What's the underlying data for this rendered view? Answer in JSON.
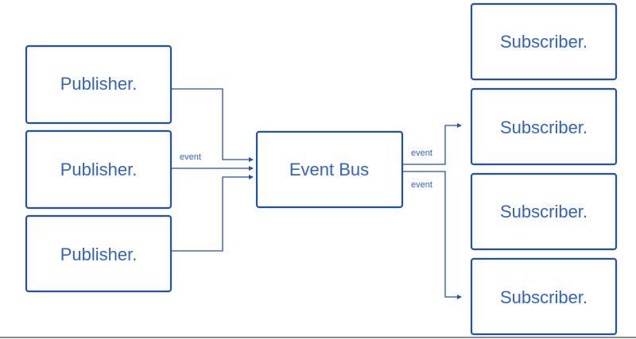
{
  "diagram": {
    "publishers": [
      {
        "label": "Publisher."
      },
      {
        "label": "Publisher."
      },
      {
        "label": "Publisher."
      }
    ],
    "event_bus": {
      "label": "Event Bus"
    },
    "subscribers": [
      {
        "label": "Subscriber."
      },
      {
        "label": "Subscriber."
      },
      {
        "label": "Subscriber."
      },
      {
        "label": "Subscriber."
      }
    ],
    "edge_labels": {
      "publisher_to_bus": "event",
      "bus_to_subscriber_upper": "event",
      "bus_to_subscriber_lower": "event"
    },
    "colors": {
      "stroke": "#1f4fb8",
      "text": "#2f63c7"
    }
  }
}
